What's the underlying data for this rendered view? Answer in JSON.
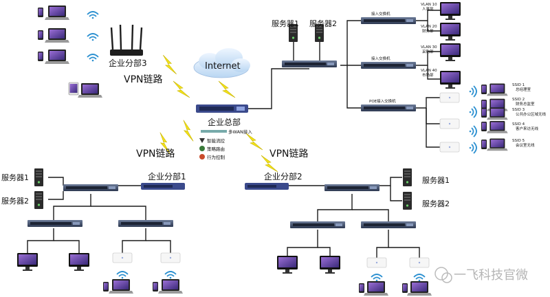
{
  "labels": {
    "internet": "Internet",
    "hq": "企业总部",
    "branch1": "企业分部1",
    "branch2": "企业分部2",
    "branch3": "企业分部3",
    "vpn": "VPN链路",
    "server1": "服务器1",
    "server2": "服务器2",
    "access_switch": "接入交换机",
    "poe_switch": "POE接入交换机",
    "multi_wan": "多WAN接入",
    "smart_flow": "智能流控",
    "policy_routing": "策略路由",
    "behavior_control": "行为控制",
    "watermark": "一飞科技官微"
  },
  "vlans": [
    {
      "id": "VLAN 10",
      "name": "人事部"
    },
    {
      "id": "VLAN 20",
      "name": "财务部"
    },
    {
      "id": "VLAN 30",
      "name": "采购部"
    },
    {
      "id": "VLAN 40",
      "name": "市场部"
    }
  ],
  "ssids": [
    {
      "id": "SSID 1",
      "name": "总经理室"
    },
    {
      "id": "SSID 2",
      "name": "财务总监室"
    },
    {
      "id": "SSID 3",
      "name": "公共办公区域无线"
    },
    {
      "id": "SSID 4",
      "name": "客户来访无线"
    },
    {
      "id": "SSID 5",
      "name": "会议室无线"
    }
  ],
  "colors": {
    "line": "#1a1a1a",
    "switch_body": "#4a5b7a",
    "switch_face": "#2f3a52",
    "router": "#3b4a8c",
    "bolt": "#f2e21b",
    "cloud": "#cfe3f7",
    "server": "#2a2a2a",
    "ap": "#f4f4f4",
    "screen": "#6b4aa8",
    "wifi": "#2a8fd0"
  }
}
